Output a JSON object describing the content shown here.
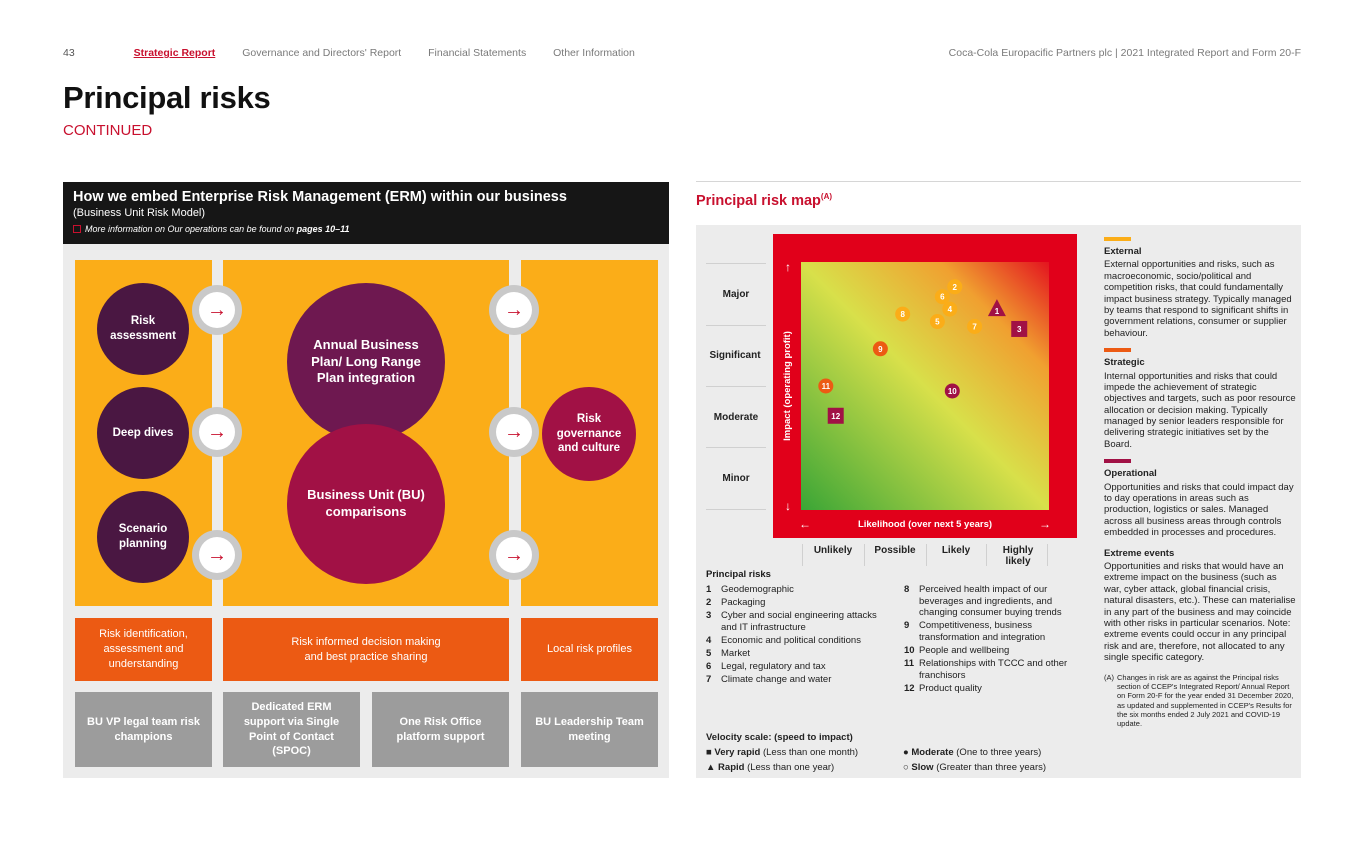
{
  "nav": {
    "page_number": "43",
    "items": [
      "Strategic Report",
      "Governance and Directors' Report",
      "Financial Statements",
      "Other Information"
    ],
    "active_index": 0,
    "publication": "Coca-Cola Europacific Partners plc | 2021 Integrated Report and Form 20-F"
  },
  "page": {
    "title": "Principal risks",
    "subtitle": "CONTINUED"
  },
  "erm": {
    "title": "How we embed Enterprise Risk Management (ERM) within our business",
    "subtitle": "(Business Unit Risk Model)",
    "more_info_prefix": "More information on Our operations can be found on ",
    "more_info_pages": "pages 10–11",
    "circles": {
      "risk_assessment": "Risk assessment",
      "deep_dives": "Deep dives",
      "scenario_planning": "Scenario planning",
      "annual_plan": "Annual Business Plan/ Long Range Plan integration",
      "bu_comparisons": "Business Unit (BU) comparisons",
      "risk_governance": "Risk governance and culture"
    },
    "orange_boxes": [
      "Risk identification, assessment and understanding",
      "Risk informed decision making and best practice sharing",
      "Local risk profiles"
    ],
    "grey_boxes": [
      "BU VP legal team risk champions",
      "Dedicated ERM support via Single Point of Contact (SPOC)",
      "One Risk Office platform support",
      "BU Leadership Team meeting"
    ],
    "arrow_icon": "arrow-right-icon"
  },
  "risk_map": {
    "title": "Principal risk map",
    "title_note": "(A)",
    "y_axis_title": "Impact (operating profit)",
    "x_axis_title": "Likelihood (over next 5 years)",
    "impact_levels": [
      "Major",
      "Significant",
      "Moderate",
      "Minor"
    ],
    "likelihood_levels": [
      "Unlikely",
      "Possible",
      "Likely",
      "Highly likely"
    ],
    "colors": {
      "external": "#fbad18",
      "strategic": "#ec5a13",
      "operational": "#a11145",
      "frame": "#e1001a"
    },
    "points": [
      {
        "id": "1",
        "likelihood": 0.79,
        "impact": 0.81,
        "category": "operational",
        "velocity": "rapid"
      },
      {
        "id": "2",
        "likelihood": 0.62,
        "impact": 0.9,
        "category": "external",
        "velocity": "moderate"
      },
      {
        "id": "3",
        "likelihood": 0.88,
        "impact": 0.73,
        "category": "operational",
        "velocity": "very rapid"
      },
      {
        "id": "4",
        "likelihood": 0.6,
        "impact": 0.81,
        "category": "external",
        "velocity": "moderate"
      },
      {
        "id": "5",
        "likelihood": 0.55,
        "impact": 0.76,
        "category": "external",
        "velocity": "moderate"
      },
      {
        "id": "6",
        "likelihood": 0.57,
        "impact": 0.86,
        "category": "external",
        "velocity": "moderate"
      },
      {
        "id": "7",
        "likelihood": 0.7,
        "impact": 0.74,
        "category": "external",
        "velocity": "moderate"
      },
      {
        "id": "8",
        "likelihood": 0.41,
        "impact": 0.79,
        "category": "external",
        "velocity": "moderate"
      },
      {
        "id": "9",
        "likelihood": 0.32,
        "impact": 0.65,
        "category": "strategic",
        "velocity": "moderate"
      },
      {
        "id": "10",
        "likelihood": 0.61,
        "impact": 0.48,
        "category": "operational",
        "velocity": "moderate"
      },
      {
        "id": "11",
        "likelihood": 0.1,
        "impact": 0.5,
        "category": "strategic",
        "velocity": "moderate"
      },
      {
        "id": "12",
        "likelihood": 0.14,
        "impact": 0.38,
        "category": "operational",
        "velocity": "very rapid"
      }
    ]
  },
  "principal_risks": {
    "heading": "Principal risks",
    "items": [
      {
        "num": "1",
        "label": "Geodemographic"
      },
      {
        "num": "2",
        "label": "Packaging"
      },
      {
        "num": "3",
        "label": "Cyber and social engineering attacks and IT infrastructure"
      },
      {
        "num": "4",
        "label": "Economic and political conditions"
      },
      {
        "num": "5",
        "label": "Market"
      },
      {
        "num": "6",
        "label": "Legal, regulatory and tax"
      },
      {
        "num": "7",
        "label": "Climate change and water"
      },
      {
        "num": "8",
        "label": "Perceived health impact of our beverages and ingredients, and changing consumer buying trends"
      },
      {
        "num": "9",
        "label": "Competitiveness, business transformation and integration"
      },
      {
        "num": "10",
        "label": "People and wellbeing"
      },
      {
        "num": "11",
        "label": "Relationships with TCCC and other franchisors"
      },
      {
        "num": "12",
        "label": "Product quality"
      }
    ]
  },
  "velocity": {
    "heading": "Velocity scale: (speed to impact)",
    "items": [
      {
        "symbol": "■",
        "name": "Very rapid",
        "desc": " (Less than one month)"
      },
      {
        "symbol": "▲",
        "name": "Rapid",
        "desc": " (Less than one year)"
      },
      {
        "symbol": "●",
        "name": "Moderate",
        "desc": " (One to three years)"
      },
      {
        "symbol": "○",
        "name": "Slow",
        "desc": " (Greater than three years)"
      }
    ]
  },
  "legend": {
    "items": [
      {
        "title": "External",
        "desc": "External opportunities and risks, such as macroeconomic, socio/political and competition risks, that could fundamentally impact business strategy. Typically managed by teams that respond to significant shifts in government relations, consumer or supplier behaviour."
      },
      {
        "title": "Strategic",
        "desc": "Internal opportunities and risks that could impede the achievement of strategic objectives and targets, such as poor resource allocation or decision making. Typically managed by senior leaders responsible for delivering strategic initiatives set by the Board."
      },
      {
        "title": "Operational",
        "desc": "Opportunities and risks that could impact day to day operations in areas such as production, logistics or sales. Managed across all business areas through controls embedded in processes and procedures."
      },
      {
        "title": "Extreme events",
        "desc": "Opportunities and risks that would have an extreme impact on the business (such as war, cyber attack, global financial crisis, natural disasters, etc.). These can materialise in any part of the business and may coincide with other risks in particular scenarios. Note: extreme events could occur in any principal risk and are, therefore, not allocated to any single specific category."
      }
    ],
    "footnote_label": "(A)",
    "footnote": "Changes in risk are as against the Principal risks section of CCEP's Integrated Report/ Annual Report on Form 20-F for the year ended 31 December 2020, as updated and supplemented in CCEP's Results for the six months ended 2 July 2021 and COVID-19 update."
  }
}
